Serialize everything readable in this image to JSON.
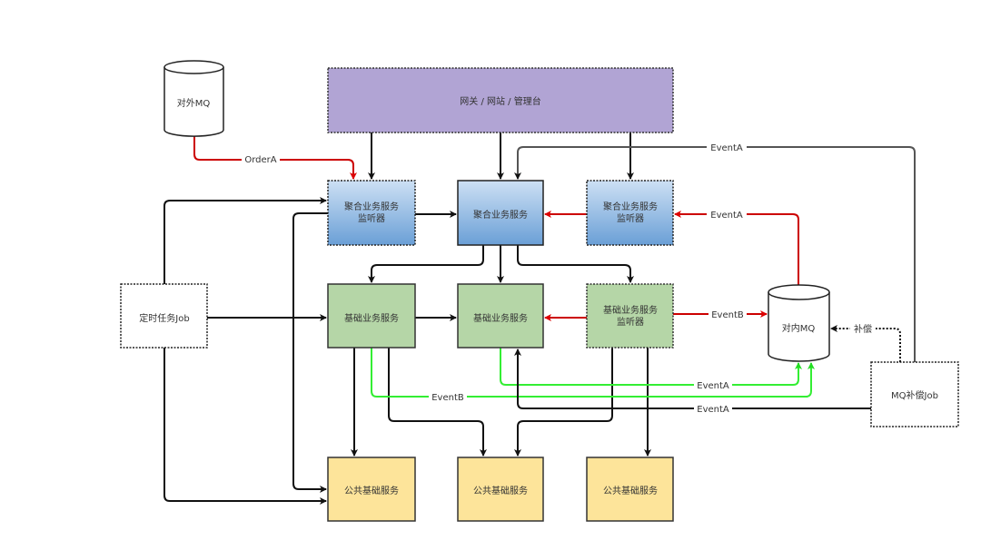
{
  "diagram": {
    "nodes": {
      "gateway": {
        "label": "网关 / 网站 / 管理台"
      },
      "external_mq": {
        "label": "对外MQ"
      },
      "internal_mq": {
        "label": "对内MQ"
      },
      "agg_listener_left": {
        "line1": "聚合业务服务",
        "line2": "监听器"
      },
      "agg_service": {
        "label": "聚合业务服务"
      },
      "agg_listener_right": {
        "line1": "聚合业务服务",
        "line2": "监听器"
      },
      "base_service_1": {
        "label": "基础业务服务"
      },
      "base_service_2": {
        "label": "基础业务服务"
      },
      "base_listener": {
        "line1": "基础业务服务",
        "line2": "监听器"
      },
      "scheduled_job": {
        "label": "定时任务Job"
      },
      "mq_compensation_job": {
        "label": "MQ补偿Job"
      },
      "common_service_1": {
        "label": "公共基础服务"
      },
      "common_service_2": {
        "label": "公共基础服务"
      },
      "common_service_3": {
        "label": "公共基础服务"
      }
    },
    "edge_labels": {
      "order_a": "OrderA",
      "event_a_top": "EventA",
      "event_a_red": "EventA",
      "event_b_red": "EventB",
      "compensation": "补偿",
      "event_a_green": "EventA",
      "event_b_green": "EventB",
      "event_a_black": "EventA"
    },
    "colors": {
      "gateway_fill": "#b1a4d4",
      "aggregate_fill_top": "#c8dcf2",
      "aggregate_fill_bottom": "#6a9fd6",
      "base_fill": "#b5d6a7",
      "common_fill": "#fde49a",
      "red_edge": "#cc0000",
      "green_edge": "#33ee33",
      "black_edge": "#222222",
      "gray_edge": "#555555"
    }
  }
}
